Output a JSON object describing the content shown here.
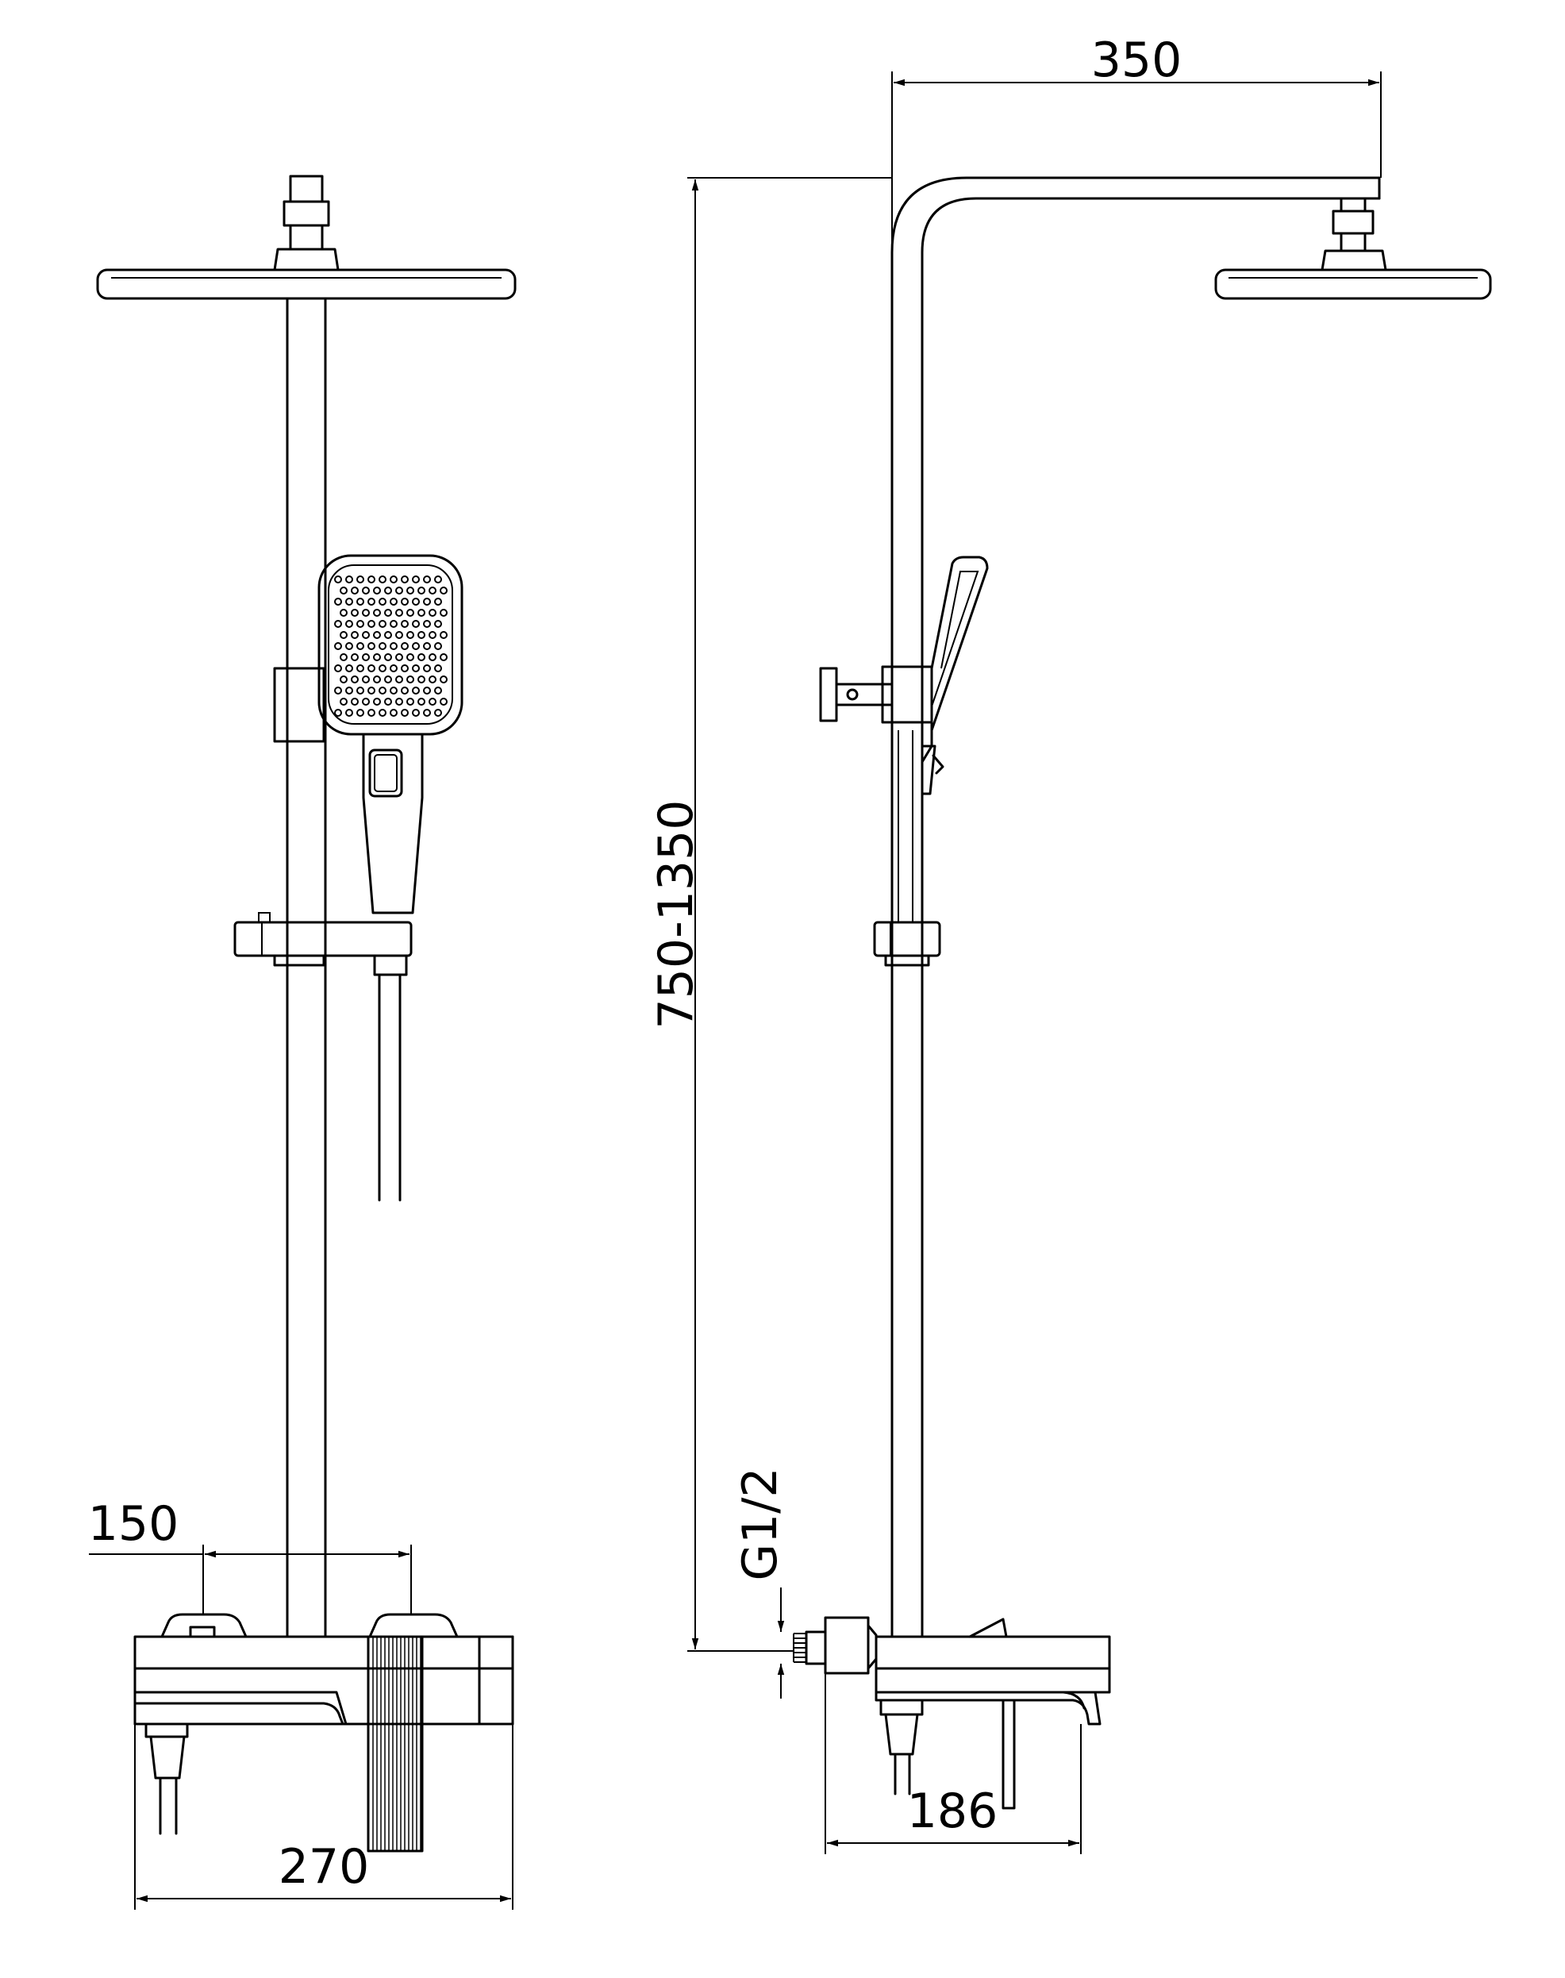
{
  "dimensions": {
    "head_arm_length": "350",
    "height_range": "750-1350",
    "mixer_spacing": "150",
    "mixer_width": "270",
    "side_depth": "186",
    "inlet_thread": "G1/2"
  },
  "colors": {
    "line": "#000000",
    "background": "#ffffff"
  }
}
